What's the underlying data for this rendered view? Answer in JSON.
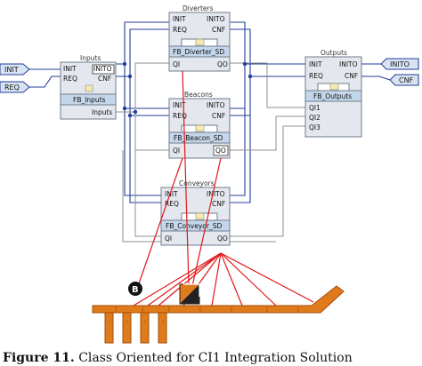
{
  "ports": {
    "init": "INIT",
    "req": "REQ",
    "inito": "INITO",
    "cnf": "CNF",
    "qi": "QI",
    "qo": "QO",
    "qi1": "QI1",
    "qi2": "QI2",
    "qi3": "QI3",
    "inputs": "Inputs"
  },
  "blocks": {
    "inputs": {
      "title": "Inputs",
      "type": "FB_Inputs"
    },
    "diverters": {
      "title": "Diverters",
      "type": "FB_Diverter_SD"
    },
    "beacons": {
      "title": "Beacons",
      "type": "FB_Beacon_SD"
    },
    "conveyors": {
      "title": "Conveyors",
      "type": "FB_Conveyor_SD"
    },
    "outputs": {
      "title": "Outputs",
      "type": "FB_Outputs"
    }
  },
  "io_flags": {
    "init_in": "INIT",
    "req_in": "REQ",
    "inito_out": "INITO",
    "cnf_out": "CNF"
  },
  "marker_label": "B",
  "caption": {
    "label": "Figure 11.",
    "text": "Class Oriented for CI1 Integration Solution"
  },
  "colors": {
    "block_fill": "#e4e8ee",
    "block_header": "#c4d6ea",
    "block_border": "#6f7c8c",
    "connection": "#223c9a",
    "data_line": "#8a8a8a",
    "mapping_line": "#e01818",
    "track": "#e07b1c",
    "track_dark": "#a04c08",
    "flag_fill": "#d8e4f2"
  }
}
